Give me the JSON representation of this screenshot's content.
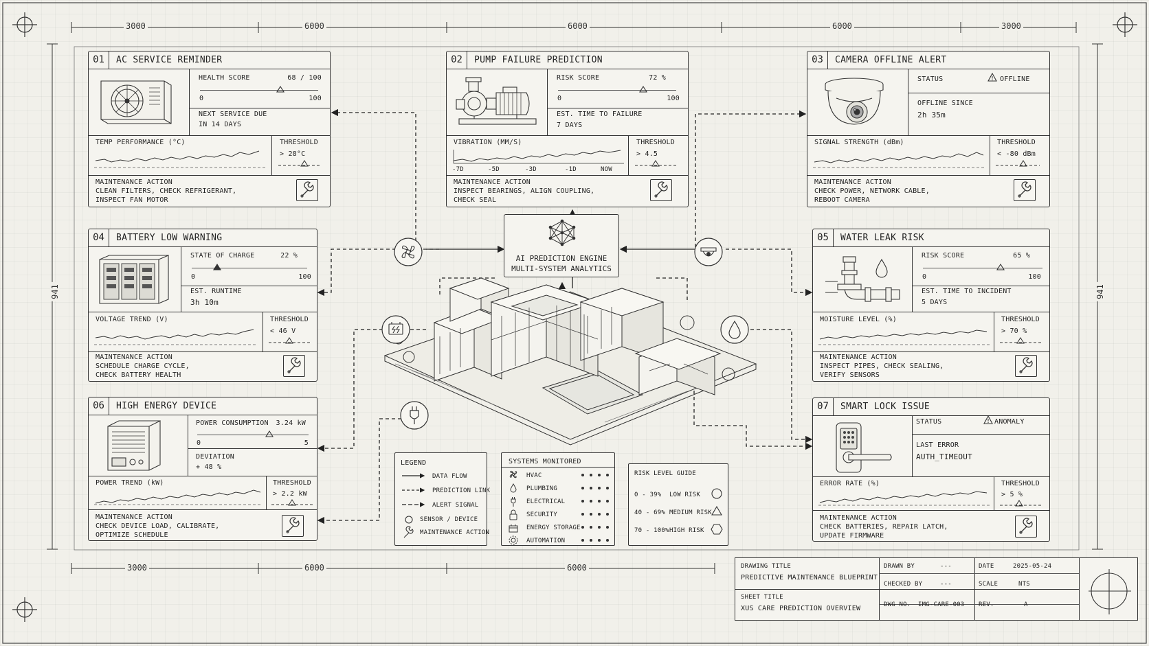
{
  "dimensions": {
    "top": [
      "3000",
      "6000",
      "6000",
      "6000",
      "3000"
    ],
    "bottom": [
      "3000",
      "6000",
      "6000"
    ],
    "left": "941",
    "right": "941"
  },
  "engine": {
    "line1": "AI PREDICTION ENGINE",
    "line2": "MULTI-SYSTEM ANALYTICS"
  },
  "cards": {
    "c01": {
      "num": "01",
      "title": "AC SERVICE REMINDER",
      "metric_label": "HEALTH SCORE",
      "metric_value": "68 / 100",
      "scale_min": "0",
      "scale_max": "100",
      "level": 0.68,
      "sub_label": "NEXT SERVICE DUE",
      "sub_value": "IN 14 DAYS",
      "trend_label": "TEMP PERFORMANCE (°C)",
      "threshold_label": "THRESHOLD",
      "threshold_value": "> 28°C",
      "action_label": "MAINTENANCE ACTION",
      "action_lines": [
        "CLEAN FILTERS, CHECK REFRIGERANT,",
        "INSPECT FAN MOTOR"
      ]
    },
    "c02": {
      "num": "02",
      "title": "PUMP FAILURE PREDICTION",
      "metric_label": "RISK SCORE",
      "metric_value": "72 %",
      "scale_min": "0",
      "scale_max": "100",
      "level": 0.72,
      "sub_label": "EST. TIME TO FAILURE",
      "sub_value": "7 DAYS",
      "trend_label": "VIBRATION (MM/S)",
      "threshold_label": "THRESHOLD",
      "threshold_value": "> 4.5",
      "x_ticks": [
        "-7D",
        "-5D",
        "-3D",
        "-1D",
        "NOW"
      ],
      "action_label": "MAINTENANCE ACTION",
      "action_lines": [
        "INSPECT BEARINGS, ALIGN COUPLING,",
        "CHECK SEAL"
      ]
    },
    "c03": {
      "num": "03",
      "title": "CAMERA OFFLINE ALERT",
      "status_label": "STATUS",
      "status_value": "OFFLINE",
      "sub_label": "OFFLINE SINCE",
      "sub_value": "2h 35m",
      "trend_label": "SIGNAL STRENGTH (dBm)",
      "threshold_label": "THRESHOLD",
      "threshold_value": "< -80 dBm",
      "action_label": "MAINTENANCE ACTION",
      "action_lines": [
        "CHECK POWER, NETWORK CABLE,",
        "REBOOT CAMERA"
      ]
    },
    "c04": {
      "num": "04",
      "title": "BATTERY LOW WARNING",
      "metric_label": "STATE OF CHARGE",
      "metric_value": "22 %",
      "scale_min": "0",
      "scale_max": "100",
      "level": 0.22,
      "sub_label": "EST. RUNTIME",
      "sub_value": "3h 10m",
      "trend_label": "VOLTAGE TREND (V)",
      "threshold_label": "THRESHOLD",
      "threshold_value": "< 46 V",
      "action_label": "MAINTENANCE ACTION",
      "action_lines": [
        "SCHEDULE CHARGE CYCLE,",
        "CHECK BATTERY HEALTH"
      ]
    },
    "c05": {
      "num": "05",
      "title": "WATER LEAK RISK",
      "metric_label": "RISK SCORE",
      "metric_value": "65 %",
      "scale_min": "0",
      "scale_max": "100",
      "level": 0.65,
      "sub_label": "EST. TIME TO INCIDENT",
      "sub_value": "5 DAYS",
      "trend_label": "MOISTURE LEVEL (%)",
      "threshold_label": "THRESHOLD",
      "threshold_value": "> 70 %",
      "action_label": "MAINTENANCE ACTION",
      "action_lines": [
        "INSPECT PIPES, CHECK SEALING,",
        "VERIFY SENSORS"
      ]
    },
    "c06": {
      "num": "06",
      "title": "HIGH ENERGY DEVICE",
      "metric_label": "POWER CONSUMPTION",
      "metric_value": "3.24 kW",
      "scale_min": "0",
      "scale_max": "5",
      "level": 0.648,
      "sub_label": "DEVIATION",
      "sub_value": "+ 48 %",
      "trend_label": "POWER TREND (kW)",
      "threshold_label": "THRESHOLD",
      "threshold_value": "> 2.2 kW",
      "action_label": "MAINTENANCE ACTION",
      "action_lines": [
        "CHECK DEVICE LOAD, CALIBRATE,",
        "OPTIMIZE SCHEDULE"
      ]
    },
    "c07": {
      "num": "07",
      "title": "SMART LOCK ISSUE",
      "status_label": "STATUS",
      "status_value": "ANOMALY",
      "sub_label": "LAST ERROR",
      "sub_value": "AUTH_TIMEOUT",
      "trend_label": "ERROR RATE (%)",
      "threshold_label": "THRESHOLD",
      "threshold_value": "> 5 %",
      "action_label": "MAINTENANCE ACTION",
      "action_lines": [
        "CHECK BATTERIES, REPAIR LATCH,",
        "UPDATE FIRMWARE"
      ]
    }
  },
  "legend": {
    "title": "LEGEND",
    "items": [
      "DATA FLOW",
      "PREDICTION LINK",
      "ALERT SIGNAL",
      "SENSOR / DEVICE",
      "MAINTENANCE ACTION"
    ]
  },
  "systems": {
    "title": "SYSTEMS MONITORED",
    "items": [
      "HVAC",
      "PLUMBING",
      "ELECTRICAL",
      "SECURITY",
      "ENERGY STORAGE",
      "AUTOMATION"
    ]
  },
  "risk_guide": {
    "title": "RISK LEVEL GUIDE",
    "rows": [
      {
        "range": "0 - 39%",
        "label": "LOW RISK"
      },
      {
        "range": "40 - 69%",
        "label": "MEDIUM RISK"
      },
      {
        "range": "70 - 100%",
        "label": "HIGH RISK"
      }
    ]
  },
  "title_block": {
    "drawing_title_label": "DRAWING TITLE",
    "drawing_title": "PREDICTIVE MAINTENANCE BLUEPRINT",
    "sheet_title_label": "SHEET TITLE",
    "sheet_title": "XUS CARE PREDICTION OVERVIEW",
    "drawn_by_label": "DRAWN BY",
    "drawn_by": "---",
    "checked_by_label": "CHECKED BY",
    "checked_by": "---",
    "dwg_no_label": "DWG NO.",
    "dwg_no": "IMG-CARE-003",
    "date_label": "DATE",
    "date": "2025-05-24",
    "scale_label": "SCALE",
    "scale": "NTS",
    "rev_label": "REV.",
    "rev": "A"
  }
}
